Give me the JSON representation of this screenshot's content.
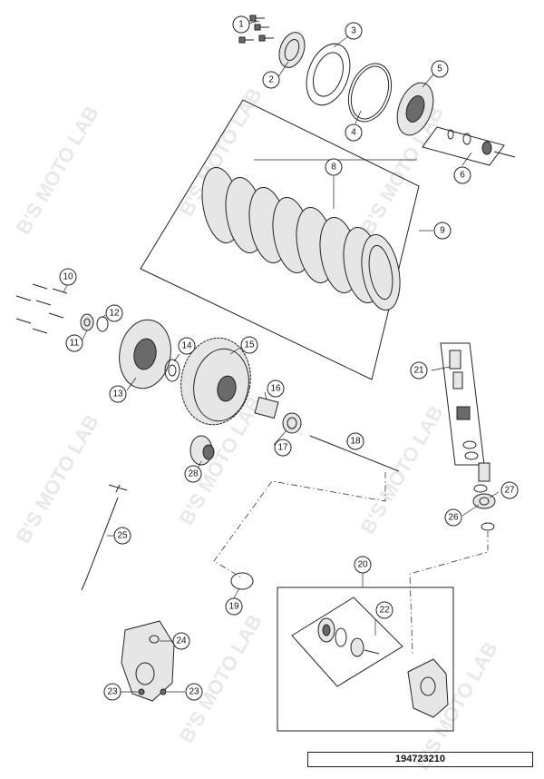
{
  "watermark": "B'S MOTO LAB",
  "doc_number": "194723210",
  "callouts": [
    "1",
    "2",
    "3",
    "4",
    "5",
    "6",
    "8",
    "9",
    "10",
    "11",
    "12",
    "13",
    "14",
    "15",
    "16",
    "17",
    "18",
    "19",
    "20",
    "21",
    "22",
    "23",
    "23",
    "24",
    "25",
    "26",
    "27",
    "28"
  ]
}
